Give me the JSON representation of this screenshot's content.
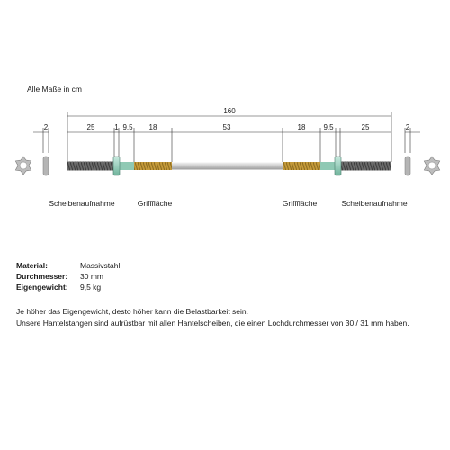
{
  "unit_note": "Alle Maße in cm",
  "dimensions": {
    "total": "160",
    "seg_left_outer": "25",
    "seg_left_collar": "1",
    "seg_left_gap": "9,5",
    "seg_left_grip": "18",
    "seg_center": "53",
    "seg_right_grip": "18",
    "seg_right_gap": "9,5",
    "seg_right_outer": "25",
    "collar_left": "2",
    "collar_right": "2"
  },
  "labels": {
    "left_sleeve": "Scheibenaufnahme",
    "left_grip": "Grifffläche",
    "right_grip": "Grifffläche",
    "right_sleeve": "Scheibenaufnahme"
  },
  "specs": [
    {
      "key": "Material:",
      "value": "Massivstahl"
    },
    {
      "key": "Durchmesser:",
      "value": "30 mm"
    },
    {
      "key": "Eigengewicht:",
      "value": "9,5 kg"
    }
  ],
  "notes": [
    "Je höher das Eigengewicht, desto höher kann die Belastbarkeit sein.",
    "Unsere Hantelstangen sind aufrüstbar mit allen Hantelscheiben, die einen Lochdurchmesser von 30 / 31 mm haben."
  ],
  "colors": {
    "grip": "#c49a3a",
    "collar_ring": "#8fc9b4",
    "bar_light": "#d8d8d8",
    "thread": "#5a5a5a"
  }
}
